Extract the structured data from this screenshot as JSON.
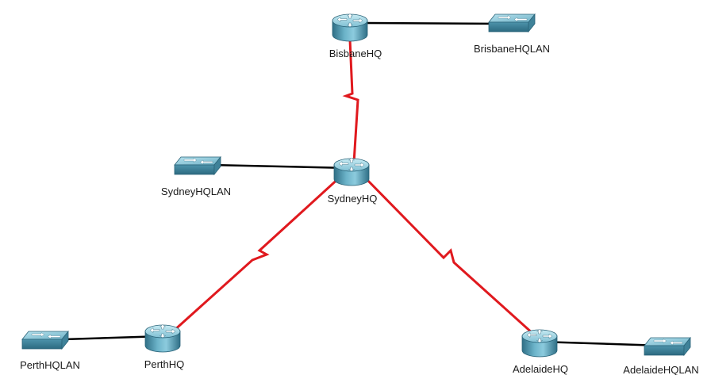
{
  "nodes": {
    "brisbane_hq": {
      "label": "BisbaneHQ",
      "type": "router"
    },
    "brisbane_lan": {
      "label": "BrisbaneHQLAN",
      "type": "switch"
    },
    "sydney_hq": {
      "label": "SydneyHQ",
      "type": "router"
    },
    "sydney_lan": {
      "label": "SydneyHQLAN",
      "type": "switch"
    },
    "perth_hq": {
      "label": "PerthHQ",
      "type": "router"
    },
    "perth_lan": {
      "label": "PerthHQLAN",
      "type": "switch"
    },
    "adelaide_hq": {
      "label": "AdelaideHQ",
      "type": "router"
    },
    "adelaide_lan": {
      "label": "AdelaideHQLAN",
      "type": "switch"
    }
  },
  "links": [
    {
      "from": "brisbane_hq",
      "to": "brisbane_lan",
      "medium": "ethernet"
    },
    {
      "from": "sydney_lan",
      "to": "sydney_hq",
      "medium": "ethernet"
    },
    {
      "from": "perth_lan",
      "to": "perth_hq",
      "medium": "ethernet"
    },
    {
      "from": "adelaide_hq",
      "to": "adelaide_lan",
      "medium": "ethernet"
    },
    {
      "from": "brisbane_hq",
      "to": "sydney_hq",
      "medium": "serial"
    },
    {
      "from": "sydney_hq",
      "to": "perth_hq",
      "medium": "serial"
    },
    {
      "from": "sydney_hq",
      "to": "adelaide_hq",
      "medium": "serial"
    }
  ],
  "colors": {
    "serial_link": "#e0191e",
    "ethernet_link": "#000000",
    "device_body": "#5aa0b8",
    "device_top": "#9fd2e0",
    "device_dark": "#2f6f86"
  },
  "icons": {
    "router": "router-icon",
    "switch": "switch-icon"
  }
}
